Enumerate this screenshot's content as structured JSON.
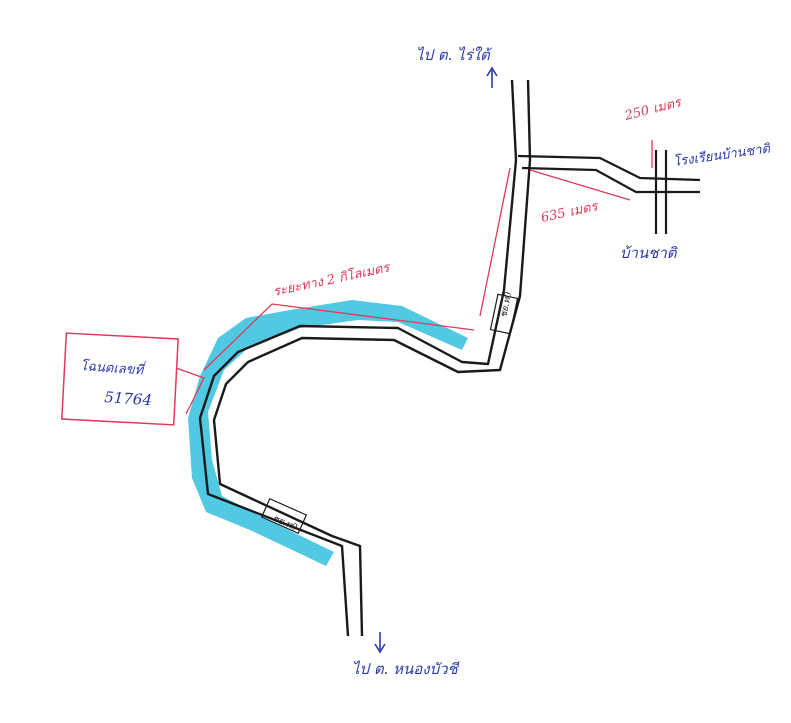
{
  "colors": {
    "paper": "#ffffff",
    "road_edge": "#1a1a1a",
    "highlight": "#3fc3df",
    "annotation_red": "#e0395a",
    "annotation_blue": "#2a3aa8"
  },
  "labels": {
    "to_north": "ไป ต. ไร่ใต้",
    "to_south": "ไป ต. หนองบัวชี",
    "distance_250": "250 เมตร",
    "distance_635": "635 เมตร",
    "distance_2km": "ระยะทาง 2 กิโลเมตร",
    "school": "โรงเรียนบ้านชาติ",
    "village": "บ้านชาติ",
    "deed_title": "โฉนดเลขที่",
    "deed_number": "51764",
    "road_code_upper": "ชย.ท0",
    "road_code_lower": "ชย.ท0"
  },
  "icons": {
    "north_arrow": "arrow-up-icon",
    "south_arrow": "arrow-down-icon"
  }
}
